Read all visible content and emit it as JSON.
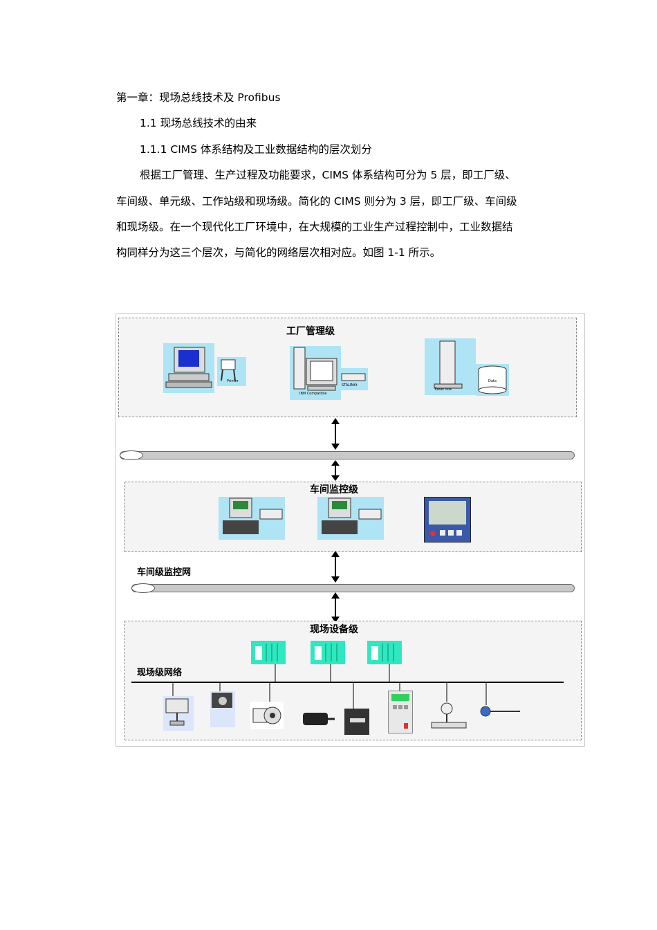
{
  "heading": {
    "chapter": "第一章：现场总线技术及 Profibus",
    "section": "1.1  现场总线技术的由来",
    "subsection": "1.1.1  CIMS 体系结构及工业数据结构的层次划分"
  },
  "body_lines": [
    "根据工厂管理、生产过程及功能要求，CIMS 体系结构可分为 5 层，即工厂级、",
    "车间级、单元级、工作站级和现场级。简化的 CIMS 则分为 3 层，即工厂级、车间级",
    "和现场级。在一个现代化工厂环境中，在大规模的工业生产过程控制中，工业数据结",
    "构同样分为这三个层次，与简化的网络层次相对应。如图 1-1 所示。"
  ],
  "figure": {
    "factory_title": "工厂管理级",
    "workshop_title": "车间监控级",
    "workshop_net": "车间级监控网",
    "field_title": "现场设备级",
    "field_net": "现场级网络",
    "device_labels": {
      "printer": "Printer",
      "ibm": "IBM Compatible",
      "modem": "STALINKt",
      "tower": "Tower box",
      "data": "Data"
    }
  },
  "colors": {
    "device_bg": "#aee4f4",
    "screen": "#1a2fd0",
    "pipe": "#c9c9c9",
    "plc": "#2fe8c0"
  }
}
